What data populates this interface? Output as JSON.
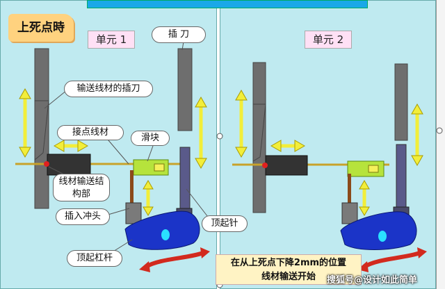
{
  "title": "上死点時",
  "units": [
    "单元 1",
    "单元 2"
  ],
  "labels": {
    "blade": "插 刀",
    "conveyor_blade": "输送线材的插刀",
    "contact_wire": "接点线材",
    "slider": "滑块",
    "wire_feed_structure_l1": "线材输送结",
    "wire_feed_structure_l2": "构部",
    "insert_punch": "插入冲头",
    "lift_pin": "顶起针",
    "lift_lever": "顶起杠杆"
  },
  "note": {
    "line1": "在从上死点下降2mm的位置",
    "line2": "线材输送开始"
  },
  "watermark": "搜狐号@设计如此简单",
  "colors": {
    "panel": "#bfeaf0",
    "bar": "#6e6e6e",
    "arrow_yellow": "#f2ee3a",
    "slider_green": "#b6e33c",
    "lever_blue": "#1b34c8",
    "red_arrow": "#d22a1e"
  }
}
